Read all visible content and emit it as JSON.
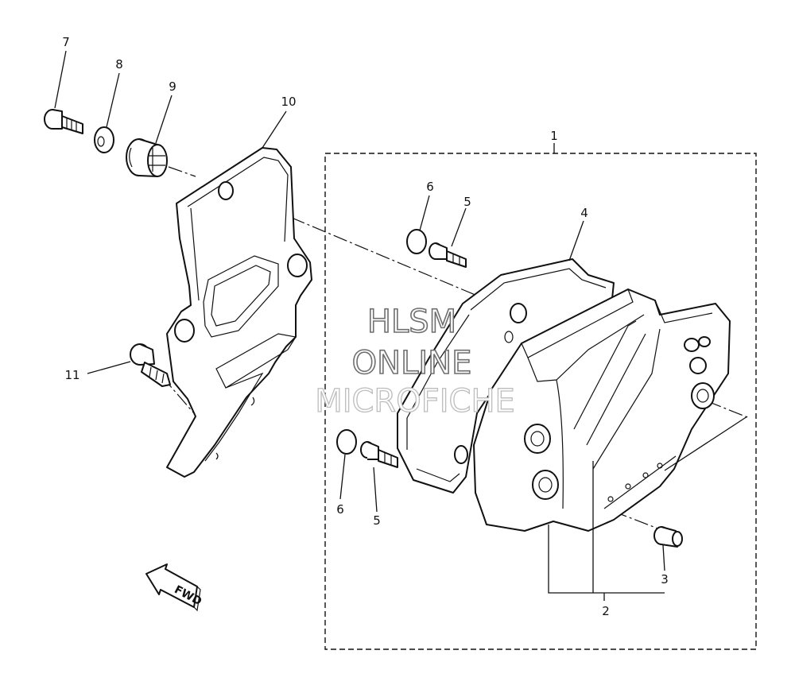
{
  "diagram": {
    "callouts": {
      "c1": "1",
      "c2": "2",
      "c3": "3",
      "c4": "4",
      "c5a": "5",
      "c5b": "5",
      "c6a": "6",
      "c6b": "6",
      "c7": "7",
      "c8": "8",
      "c9": "9",
      "c10": "10",
      "c11": "11"
    },
    "watermark": {
      "line1": "HLSM",
      "line2": "ONLINE",
      "line3": "MICROFICHE"
    },
    "direction_label": "FWD"
  }
}
